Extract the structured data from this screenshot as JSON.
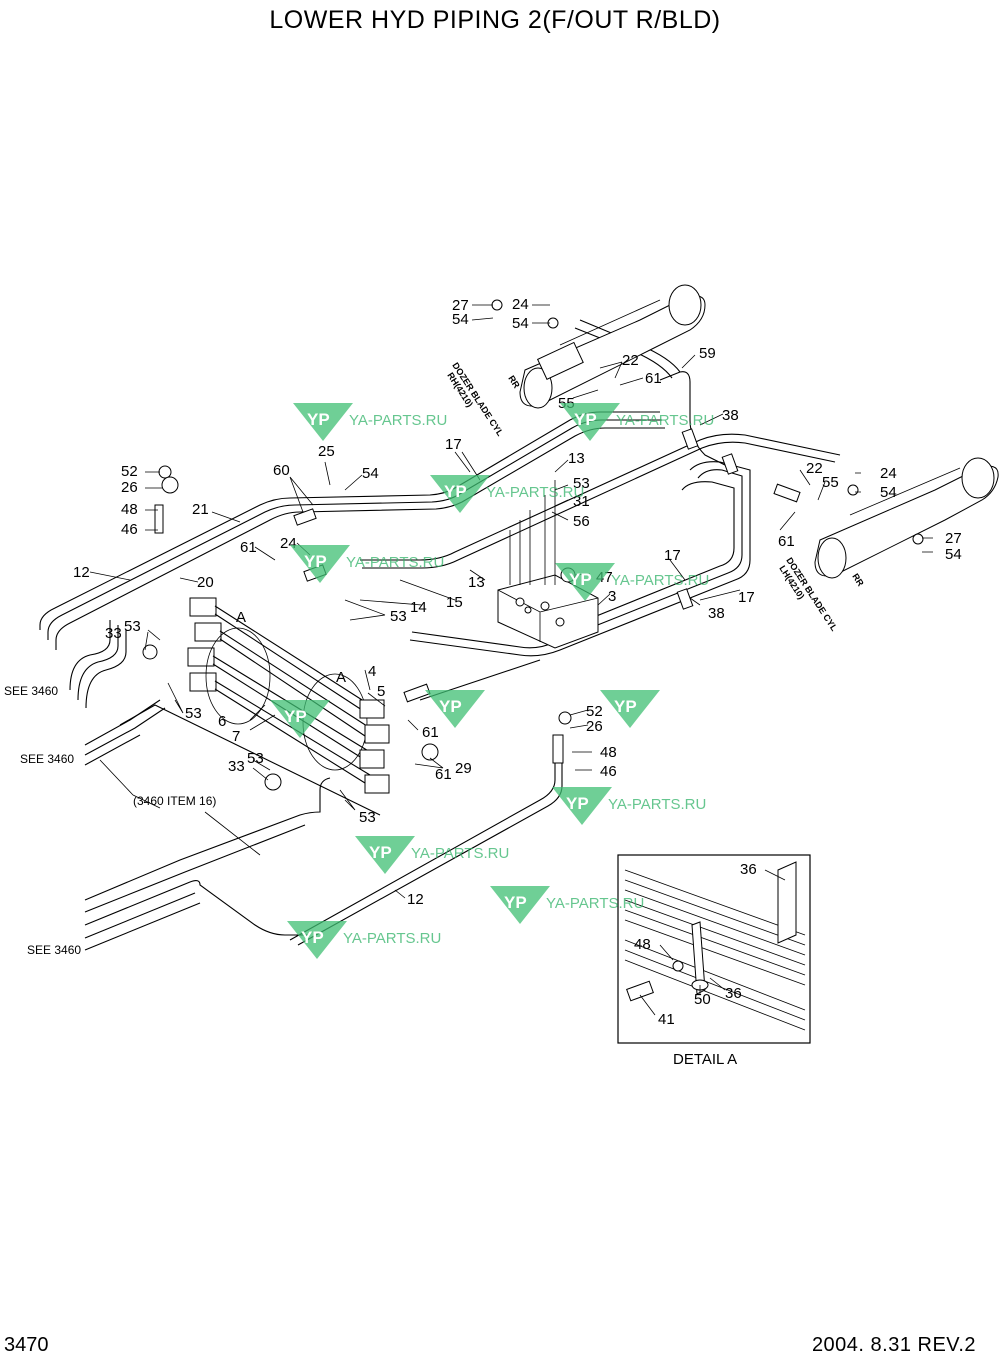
{
  "title": "LOWER HYD PIPING 2(F/OUT R/BLD)",
  "page_number": "3470",
  "revision": "2004. 8.31  REV.2",
  "cylinder_labels": {
    "rh": [
      "DOZER BLADE CYL",
      "RH(4210)"
    ],
    "lh": [
      "DOZER BLADE CYL",
      "LH(4210)"
    ],
    "rr": "RR"
  },
  "see_refs": {
    "see_1": "SEE 3460",
    "see_2": "SEE 3460",
    "see_3": "SEE 3460",
    "item16": "(3460 ITEM 16)"
  },
  "detail": {
    "caption": "DETAIL  A",
    "labels": [
      "36",
      "48",
      "50",
      "36",
      "41"
    ]
  },
  "section_marks": [
    "A",
    "A"
  ],
  "callouts": [
    "27",
    "54",
    "24",
    "54",
    "59",
    "22",
    "61",
    "55",
    "38",
    "17",
    "13",
    "53",
    "31",
    "56",
    "25",
    "60",
    "54",
    "52",
    "26",
    "48",
    "46",
    "21",
    "12",
    "20",
    "61",
    "24",
    "13",
    "15",
    "14",
    "53",
    "47",
    "3",
    "17",
    "38",
    "24",
    "54",
    "22",
    "55",
    "61",
    "27",
    "54",
    "17",
    "33",
    "53",
    "4",
    "5",
    "6",
    "7",
    "53",
    "33",
    "61",
    "29",
    "61",
    "53",
    "52",
    "26",
    "48",
    "46",
    "12",
    "53"
  ],
  "watermark": {
    "text": "YA-PARTS.RU",
    "logo": "YP",
    "color": "#3fbf73"
  }
}
